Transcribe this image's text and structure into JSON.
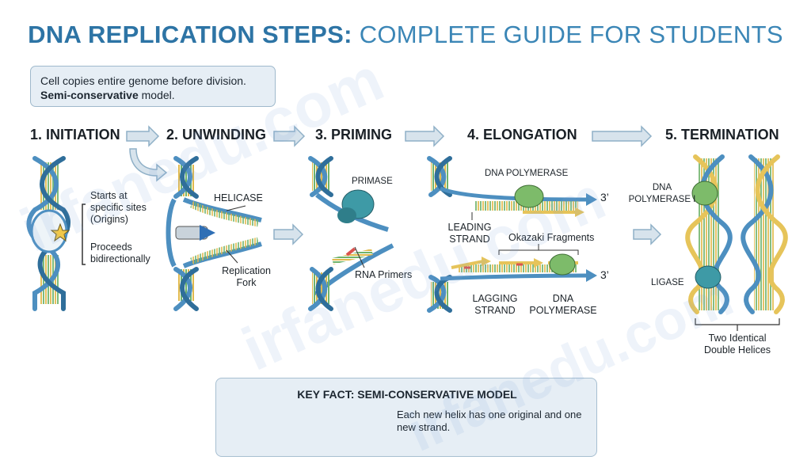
{
  "title": {
    "bold": "DNA REPLICATION STEPS:",
    "light": "COMPLETE GUIDE FOR STUDENTS"
  },
  "intro": {
    "line1": "Cell copies entire genome before division.",
    "bold": "Semi-conservative",
    "rest": " model."
  },
  "steps": [
    {
      "label": "1. INITIATION"
    },
    {
      "label": "2. UNWINDING"
    },
    {
      "label": "3. PRIMING"
    },
    {
      "label": "4. ELONGATION"
    },
    {
      "label": "5. TERMINATION"
    }
  ],
  "labels": {
    "origins": "Starts at\nspecific sites\n(Origins)",
    "bidirectional": "Proceeds\nbidirectionally",
    "helicase": "HELICASE",
    "fork": "Replication\nFork",
    "primase": "PRIMASE",
    "rna_primers": "RNA Primers",
    "dna_pol_top": "DNA POLYMERASE",
    "three_prime_top": "3’",
    "leading": "LEADING\nSTRAND",
    "okazaki": "Okazaki Fragments",
    "three_prime_bottom": "3’",
    "lagging": "LAGGING\nSTRAND",
    "dna_pol_bottom": "DNA\nPOLYMERASE",
    "dna_pol_one": "DNA\nPOLYMERASE I",
    "ligase": "LIGASE",
    "two_helices": "Two Identical\nDouble Helices"
  },
  "key_fact": {
    "title": "KEY FACT: SEMI-CONSERVATIVE MODEL",
    "text": "Each new helix has one original and one new strand."
  },
  "watermark": "irfanedu.com",
  "colors": {
    "title": "#2f78a8",
    "strand_blue": "#4d8fc0",
    "strand_gold": "#e6c45a",
    "enzyme_teal": "#3e9aa6",
    "enzyme_green": "#7dbb6a",
    "arrow": "#a9c2d6"
  }
}
